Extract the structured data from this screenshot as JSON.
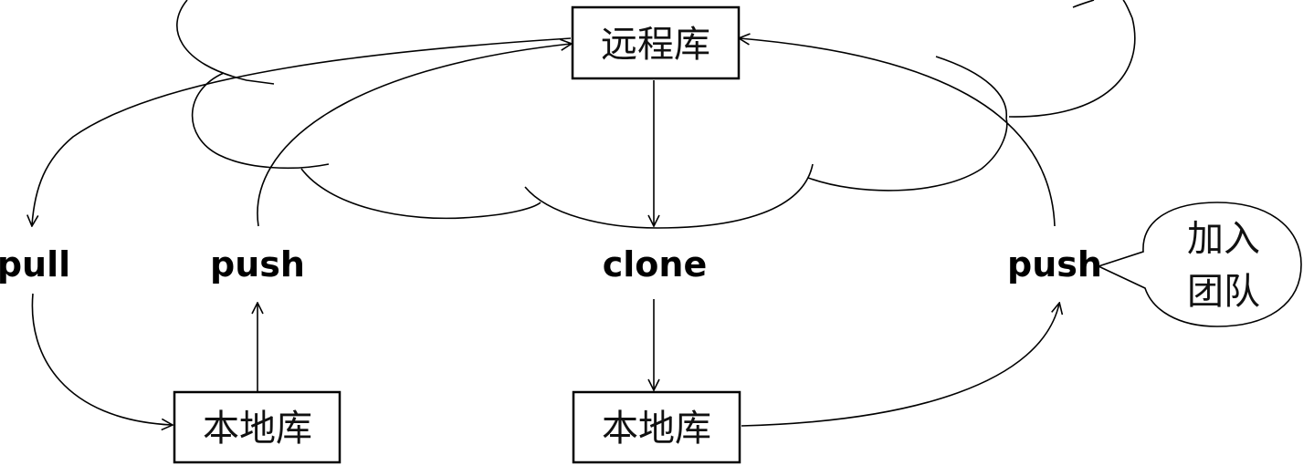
{
  "nodes": {
    "remote_repo": {
      "label": "远程库"
    },
    "local_repo_left": {
      "label": "本地库"
    },
    "local_repo_right": {
      "label": "本地库"
    }
  },
  "commands": {
    "pull": "pull",
    "push_left": "push",
    "clone": "clone",
    "push_right": "push"
  },
  "callout": {
    "line1": "加入",
    "line2": "团队"
  },
  "colors": {
    "stroke": "#000000",
    "background": "#ffffff"
  }
}
